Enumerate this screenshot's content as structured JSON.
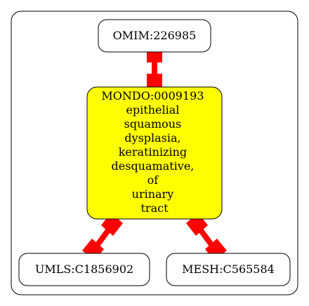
{
  "diagram": {
    "nodes": {
      "omim": {
        "label": "OMIM:226985",
        "fill": "#ffffff"
      },
      "mondo": {
        "label_lines": [
          "MONDO:0009193",
          "epithelial",
          "squamous",
          "dysplasia,",
          "keratinizing",
          "desquamative,",
          "of",
          "urinary",
          "tract"
        ],
        "fill": "#ffff00"
      },
      "umls": {
        "label": "UMLS:C1856902",
        "fill": "#ffffff"
      },
      "mesh": {
        "label": "MESH:C565584",
        "fill": "#ffffff"
      }
    },
    "edges": [
      {
        "from": "omim",
        "to": "mondo",
        "color": "#ff0000"
      },
      {
        "from": "mondo",
        "to": "umls",
        "color": "#ff0000"
      },
      {
        "from": "mondo",
        "to": "mesh",
        "color": "#ff0000"
      }
    ]
  }
}
